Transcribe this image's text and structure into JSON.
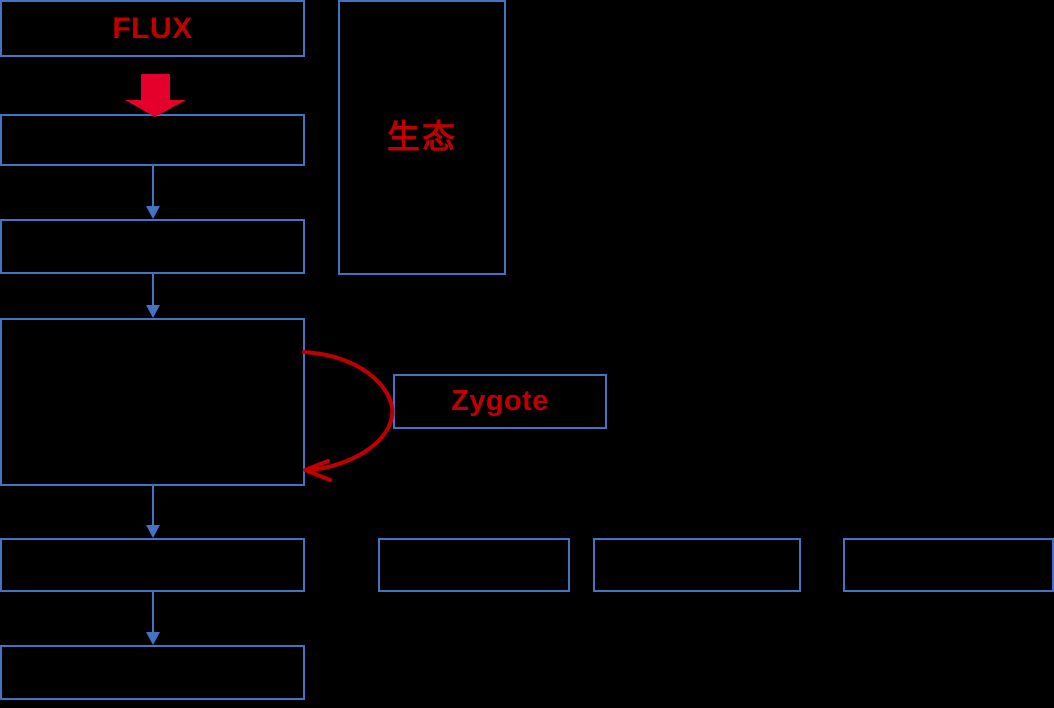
{
  "diagram": {
    "background_color": "#000000",
    "box_border_color": "#4472C4",
    "text_color": "#C00000",
    "block_arrow_color": "#E4002B",
    "nodes": {
      "flux": {
        "label": "FLUX"
      },
      "stage_2": {
        "label": ""
      },
      "stage_3": {
        "label": ""
      },
      "stage_main": {
        "label": ""
      },
      "stage_5": {
        "label": ""
      },
      "stage_6": {
        "label": ""
      },
      "ecology": {
        "label": "生态"
      },
      "zygote": {
        "label": "Zygote"
      },
      "side_box_1": {
        "label": ""
      },
      "side_box_2": {
        "label": ""
      },
      "side_box_3": {
        "label": ""
      }
    },
    "connectors": {
      "flux_to_stage2": {
        "kind": "block-arrow-down"
      },
      "stage2_to_stage3": {
        "kind": "arrow-down"
      },
      "stage3_to_main": {
        "kind": "arrow-down"
      },
      "main_to_stage5": {
        "kind": "arrow-down"
      },
      "stage5_to_stage6": {
        "kind": "arrow-down"
      },
      "zygote_loop": {
        "kind": "curved-feedback-arrow"
      }
    }
  }
}
